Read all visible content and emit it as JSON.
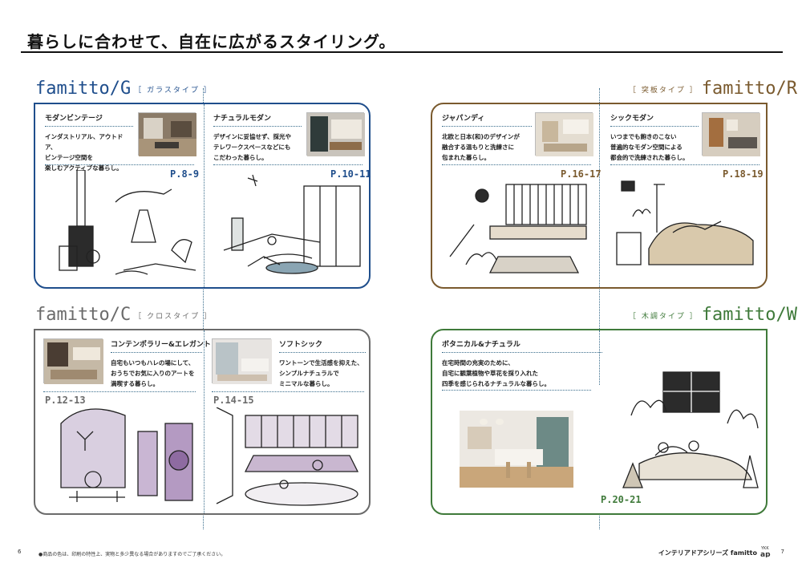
{
  "page": {
    "title": "暮らしに合わせて、自在に広がるスタイリング。"
  },
  "series": {
    "g": {
      "name": "famitto/G",
      "type": "［ ガラスタイプ ］",
      "color": "#1f4e8c",
      "items": [
        {
          "title": "モダンビンテージ",
          "desc": "インダストリアル、アウトドア、\nビンテージ空間を\n楽しむアクティブな暮らし。",
          "page": "P.8-9"
        },
        {
          "title": "ナチュラルモダン",
          "desc": "デザインに妥協せず、採光や\nテレワークスペースなどにも\nこだわった暮らし。",
          "page": "P.10-11"
        }
      ]
    },
    "r": {
      "name": "famitto/R",
      "type": "［ 突板タイプ ］",
      "color": "#7a5a2e",
      "items": [
        {
          "title": "ジャパンディ",
          "desc": "北欧と日本(和)のデザインが\n融合する温もりと洗練さに\n包まれた暮らし。",
          "page": "P.16-17"
        },
        {
          "title": "シックモダン",
          "desc": "いつまでも飽きのこない\n普遍的なモダン空間による\n都会的で洗練された暮らし。",
          "page": "P.18-19"
        }
      ]
    },
    "c": {
      "name": "famitto/C",
      "type": "［ クロスタイプ ］",
      "color": "#6b6b6b",
      "items": [
        {
          "title": "コンテンポラリー&エレガント",
          "desc": "自宅もいつもハレの場にして、\nおうちでお気に入りのアートを\n満喫する暮らし。",
          "page": "P.12-13"
        },
        {
          "title": "ソフトシック",
          "desc": "ワントーンで生活感を抑えた、\nシンプルナチュラルで\nミニマルな暮らし。",
          "page": "P.14-15"
        }
      ]
    },
    "w": {
      "name": "famitto/W",
      "type": "［ 木調タイプ ］",
      "color": "#3f7a3a",
      "items": [
        {
          "title": "ボタニカル&ナチュラル",
          "desc": "在宅時間の充実のために、\n自宅に観葉植物や草花を採り入れた\n四季を感じられるナチュラルな暮らし。",
          "page": "P.20-21"
        }
      ]
    }
  },
  "footer": {
    "note": "●商品の色は、印刷の特性上、実物と多少異なる場合がありますのでご了承ください。",
    "page_left": "6",
    "page_right": "7",
    "series_label": "インテリアドアシリーズ famitto",
    "brand": "YKK AP"
  },
  "colors": {
    "dotted": "#3a6d8c",
    "text": "#222222"
  }
}
